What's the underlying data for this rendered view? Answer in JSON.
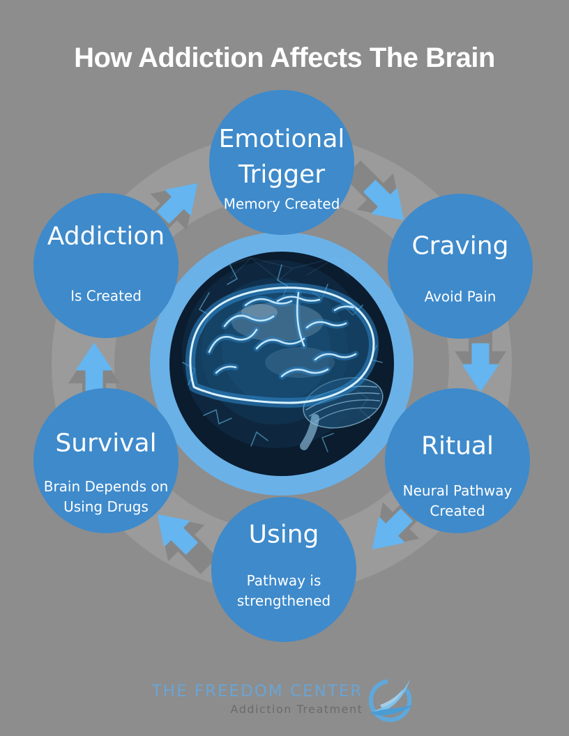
{
  "title": "How Addiction Affects The Brain",
  "cycle": {
    "flow": "clockwise",
    "center_image": "glowing-brain-photo",
    "stages": [
      {
        "label": "Emotional Trigger",
        "sublabel": "Memory Created"
      },
      {
        "label": "Craving",
        "sublabel": "Avoid Pain"
      },
      {
        "label": "Ritual",
        "sublabel": "Neural Pathway Created"
      },
      {
        "label": "Using",
        "sublabel": "Pathway is strengthened"
      },
      {
        "label": "Survival",
        "sublabel": "Brain Depends on Using Drugs"
      },
      {
        "label": "Addiction",
        "sublabel": "Is Created"
      }
    ]
  },
  "footer": {
    "brand": "THE FREEDOM CENTER",
    "tagline": "Addiction Treatment"
  },
  "colors": {
    "background": "#8d8d8d",
    "stage_circle": "#3e8acb",
    "arrow": "#64b5f0",
    "background_ring": "#9b9b9b",
    "center_ring": "#6ab1e8",
    "title_text": "#ffffff",
    "brand_blue": "#6aa4d4",
    "tagline_gray": "#6b6b6b"
  }
}
